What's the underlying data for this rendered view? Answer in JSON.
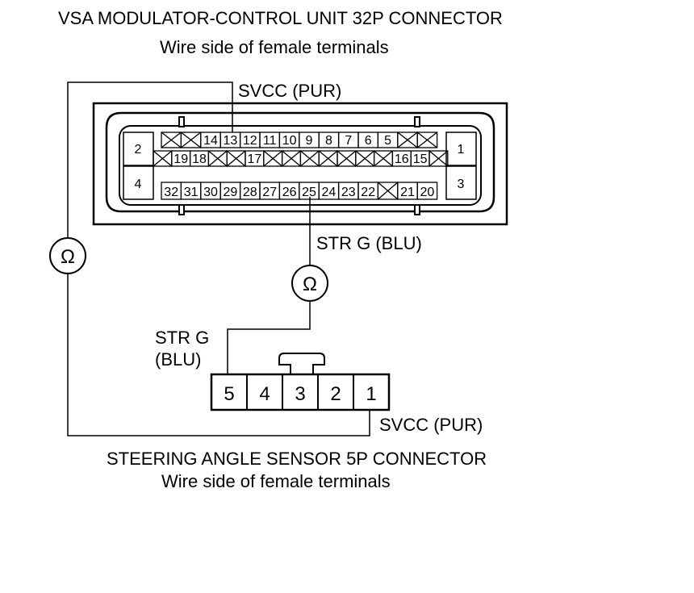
{
  "vsa_connector": {
    "title": "VSA MODULATOR-CONTROL UNIT 32P CONNECTOR",
    "subtitle": "Wire side of female terminals",
    "side_pins": {
      "tl": "2",
      "bl": "4",
      "tr": "1",
      "br": "3"
    },
    "row1": [
      "X",
      "X",
      "14",
      "13",
      "12",
      "11",
      "10",
      "9",
      "8",
      "7",
      "6",
      "5",
      "X",
      "X"
    ],
    "row2": [
      "X",
      "19",
      "18",
      "X",
      "X",
      "17",
      "X",
      "X",
      "X",
      "X",
      "X",
      "X",
      "X",
      "16",
      "15",
      "X"
    ],
    "row3": [
      "32",
      "31",
      "30",
      "29",
      "28",
      "27",
      "26",
      "25",
      "24",
      "23",
      "22",
      "X",
      "21",
      "20"
    ]
  },
  "sensor_connector": {
    "title": "STEERING ANGLE SENSOR 5P CONNECTOR",
    "subtitle": "Wire side of female terminals",
    "pins": [
      "5",
      "4",
      "3",
      "2",
      "1"
    ]
  },
  "wires": {
    "svcc_top": "SVCC (PUR)",
    "strg_right": "STR G (BLU)",
    "strg_left_1": "STR G",
    "strg_left_2": "(BLU)",
    "svcc_bottom": "SVCC (PUR)"
  },
  "meters": {
    "symbol": "Ω"
  },
  "colors": {
    "line": "#000000",
    "background": "#ffffff"
  }
}
